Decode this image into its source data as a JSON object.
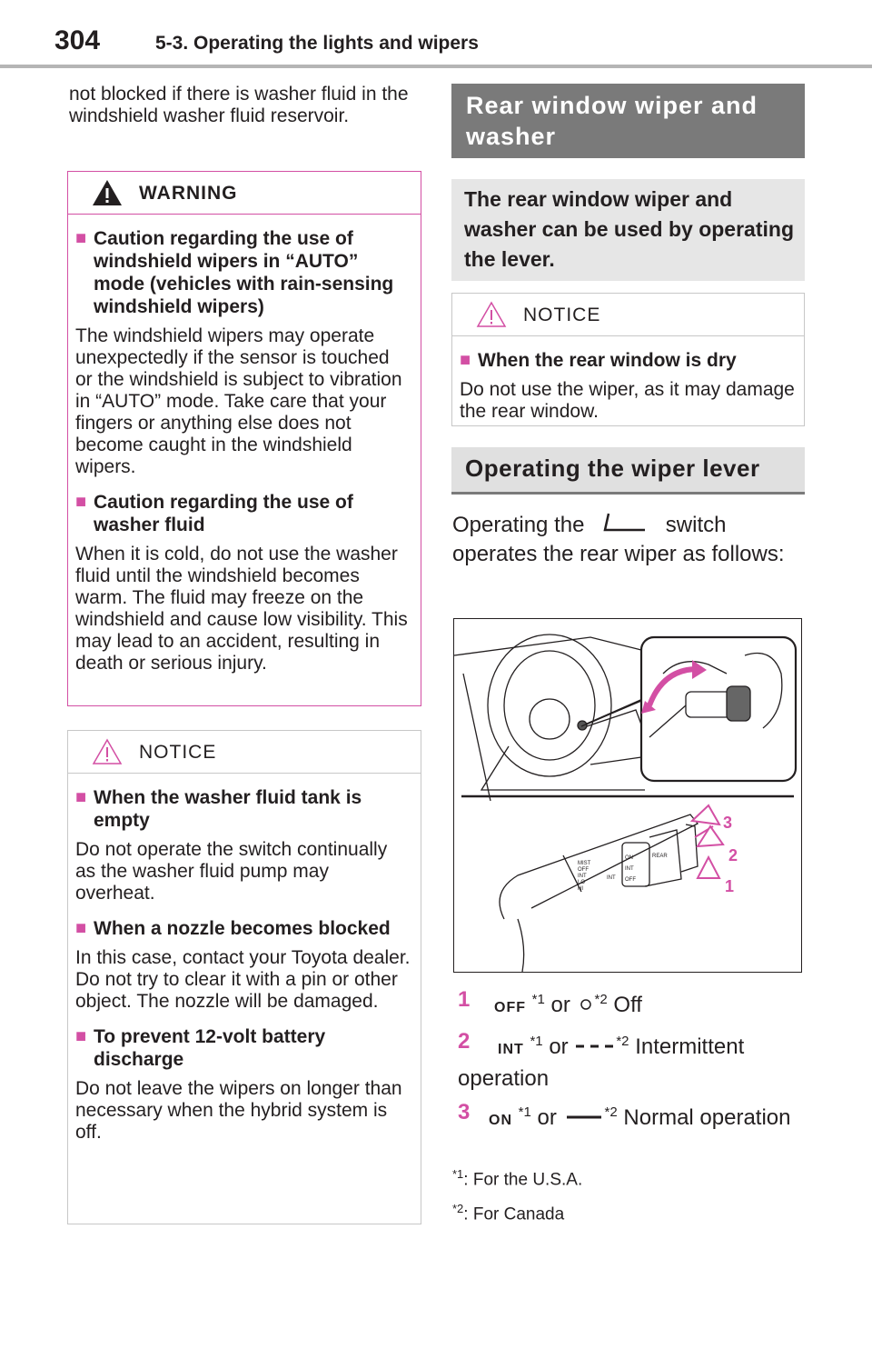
{
  "header": {
    "page_number": "304",
    "section": "5-3. Operating the lights and wipers"
  },
  "intro_text": "not blocked if there is washer fluid in the windshield washer fluid reservoir.",
  "warning": {
    "label": "WARNING",
    "items": [
      {
        "title": "Caution regarding the use of windshield wipers in “AUTO” mode (vehicles with rain-sensing windshield wipers)",
        "text": "The windshield wipers may operate unexpectedly if the sensor is touched or the windshield is subject to vibration in “AUTO” mode. Take care that your fingers or anything else does not become caught in the windshield wipers."
      },
      {
        "title": "Caution regarding the use of washer fluid",
        "text": "When it is cold, do not use the washer fluid until the windshield becomes warm. The fluid may freeze on the windshield and cause low visibility. This may lead to an accident, resulting in death or serious injury."
      }
    ]
  },
  "notice_left": {
    "label": "NOTICE",
    "items": [
      {
        "title": "When the washer fluid tank is empty",
        "text": "Do not operate the switch continually as the washer fluid pump may overheat."
      },
      {
        "title": "When a nozzle becomes blocked",
        "text": "In this case, contact your Toyota dealer. Do not try to clear it with a pin or other object. The nozzle will be damaged."
      },
      {
        "title": "To prevent 12-volt battery discharge",
        "text": "Do not leave the wipers on longer than necessary when the hybrid system is off."
      }
    ]
  },
  "rear_section": {
    "title": "Rear window wiper and washer"
  },
  "rear_lead": "The rear window wiper and washer can be used by operating the lever.",
  "notice_right": {
    "label": "NOTICE",
    "item_title": "When the rear window is dry",
    "item_text": "Do not use the wiper, as it may damage the rear window."
  },
  "lever_section": {
    "title": "Operating the wiper lever"
  },
  "operating": {
    "before": "Operating the",
    "after": "switch operates the rear wiper as follows:"
  },
  "figure": {
    "callouts": [
      "3",
      "2",
      "1"
    ],
    "switch_labels": [
      "MIST",
      "OFF",
      "INT",
      "LO",
      "HI",
      "INT",
      "ON",
      "INT",
      "OFF",
      "REAR"
    ]
  },
  "steps": [
    {
      "num": "1",
      "code": "OFF",
      "sup1": "*1",
      "or": "or",
      "sup2": "*2",
      "desc": "Off"
    },
    {
      "num": "2",
      "code": "INT",
      "sup1": "*1",
      "or": "or",
      "sup2": "*2",
      "desc": "Intermittent operation"
    },
    {
      "num": "3",
      "code": "ON",
      "sup1": "*1",
      "or": "or",
      "sup2": "*2",
      "desc": "Normal operation"
    }
  ],
  "footnotes": [
    {
      "mark": "*1",
      "text": ": For the U.S.A."
    },
    {
      "mark": "*2",
      "text": ": For Canada"
    }
  ],
  "colors": {
    "accent": "#d34fa4",
    "dark_header": "#7a7a7a",
    "light_header": "#e0e0e0",
    "lead_box": "#e6e6e6"
  }
}
